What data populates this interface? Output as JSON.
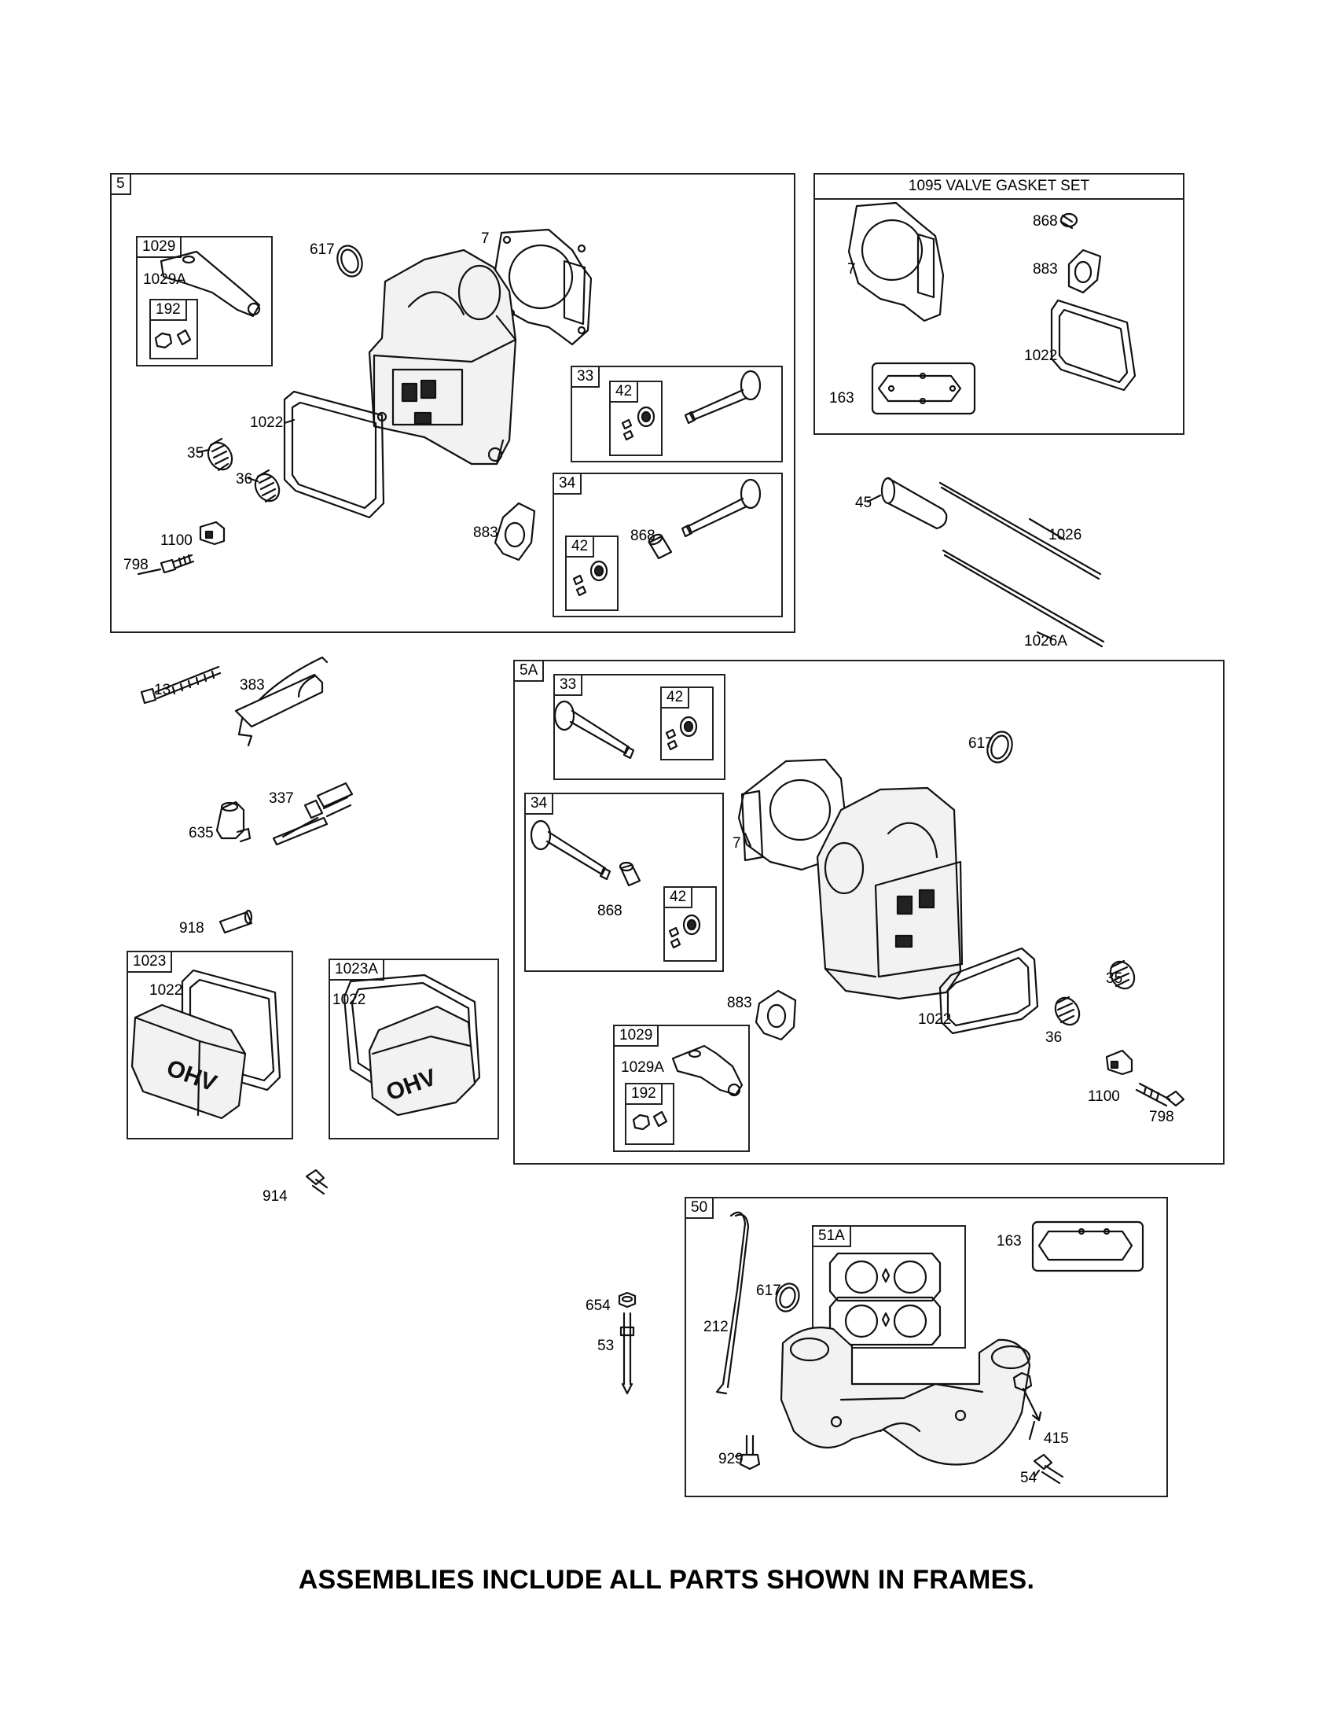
{
  "footer": "ASSEMBLIES INCLUDE ALL PARTS SHOWN IN FRAMES.",
  "frames": {
    "f5": "5",
    "f1029": "1029",
    "f192": "192",
    "f33": "33",
    "f42a": "42",
    "f34": "34",
    "f42b": "42",
    "valve_set": "1095 VALVE GASKET SET",
    "f5A": "5A",
    "f33b": "33",
    "f42c": "42",
    "f34b": "34",
    "f42d": "42",
    "f1029b": "1029",
    "f192b": "192",
    "f1023": "1023",
    "f1023A": "1023A",
    "f50": "50",
    "f51A": "51A"
  },
  "labels": {
    "a617": "617",
    "a7": "7",
    "a1029A": "1029A",
    "a1022": "1022",
    "a35": "35",
    "a36": "36",
    "a1100": "1100",
    "a798": "798",
    "a883": "883",
    "a868": "868",
    "v7": "7",
    "v868": "868",
    "v883": "883",
    "v1022": "1022",
    "v163": "163",
    "p45": "45",
    "p1026": "1026",
    "p1026A": "1026A",
    "p13": "13",
    "p383": "383",
    "p337": "337",
    "p635": "635",
    "p918": "918",
    "c1022a": "1022",
    "c1022b": "1022",
    "p914": "914",
    "b617": "617",
    "b7": "7",
    "b868": "868",
    "b883": "883",
    "b1022": "1022",
    "b1029A": "1029A",
    "b35": "35",
    "b36": "36",
    "b1100": "1100",
    "b798": "798",
    "p654": "654",
    "p53": "53",
    "m617": "617",
    "m212": "212",
    "m163": "163",
    "m415": "415",
    "m929": "929",
    "m54": "54"
  },
  "emblem": "OHV"
}
